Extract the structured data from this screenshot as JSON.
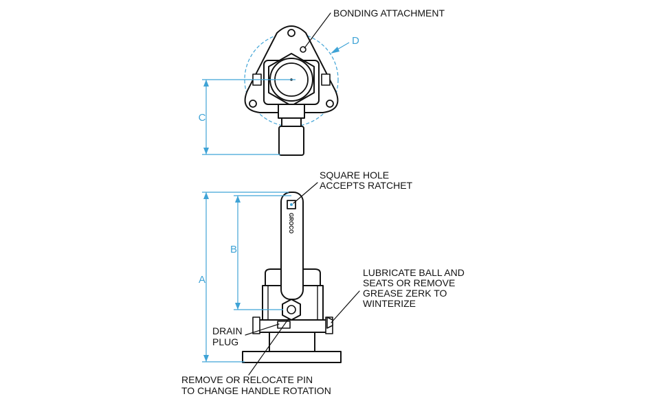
{
  "labels": {
    "bonding": "BONDING ATTACHMENT",
    "square_hole_1": "SQUARE HOLE",
    "square_hole_2": "ACCEPTS RATCHET",
    "lubricate_1": "LUBRICATE BALL AND",
    "lubricate_2": "SEATS OR REMOVE",
    "lubricate_3": "GREASE ZERK TO",
    "lubricate_4": "WINTERIZE",
    "drain_1": "DRAIN",
    "drain_2": "PLUG",
    "remove_1": "REMOVE OR RELOCATE PIN",
    "remove_2": "TO CHANGE HANDLE ROTATION"
  },
  "dimensions": {
    "a": "A",
    "b": "B",
    "c": "C",
    "d": "D"
  },
  "brand": "GROCO",
  "colors": {
    "ink": "#111111",
    "dimension": "#3fa3d6",
    "background": "#ffffff"
  }
}
